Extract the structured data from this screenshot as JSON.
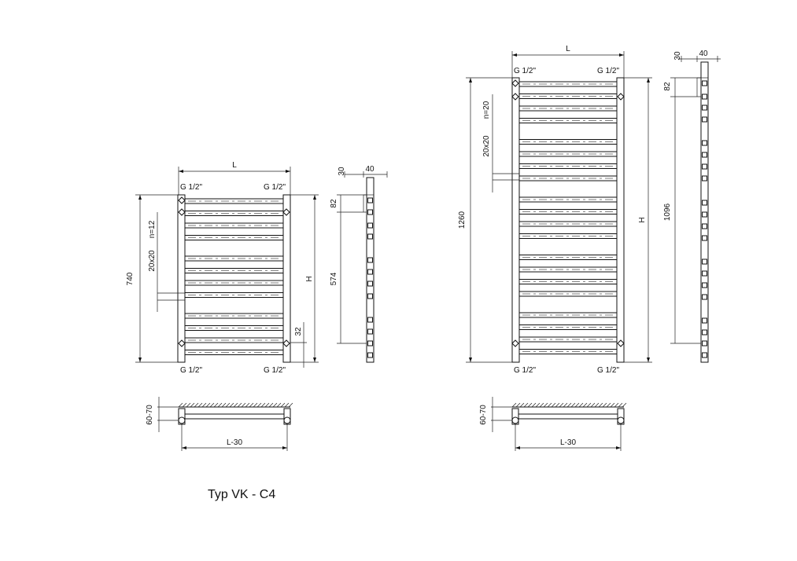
{
  "left": {
    "dim_L": "L",
    "conn_top_left": "G 1/2\"",
    "conn_top_right": "G 1/2\"",
    "conn_bottom_left": "G 1/2\"",
    "conn_bottom_right": "G 1/2\"",
    "dim_height": "740",
    "dim_tube": "20x20",
    "dim_count": "n=12",
    "dim_H": "H",
    "dim_32": "32",
    "side_30": "30",
    "side_40": "40",
    "side_82": "82",
    "side_574": "574",
    "plan_depth": "60-70",
    "plan_width": "L-30"
  },
  "right": {
    "dim_L": "L",
    "conn_top_left": "G 1/2\"",
    "conn_top_right": "G 1/2\"",
    "conn_bottom_left": "G 1/2\"",
    "conn_bottom_right": "G 1/2\"",
    "dim_height": "1260",
    "dim_tube": "20x20",
    "dim_count": "n=20",
    "dim_H": "H",
    "side_30": "30",
    "side_40": "40",
    "side_82": "82",
    "side_1096": "1096",
    "plan_depth": "60-70",
    "plan_width": "L-30"
  },
  "title": "Typ VK - C4"
}
